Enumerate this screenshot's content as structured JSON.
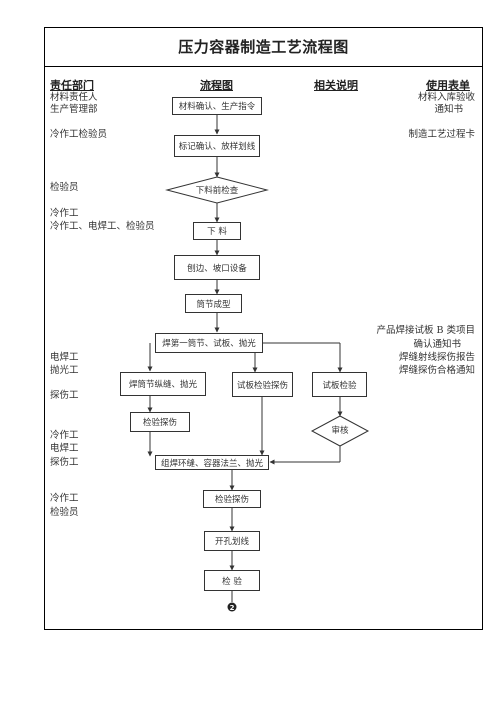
{
  "title": "压力容器制造工艺流程图",
  "headers": {
    "dept": "责任部门",
    "flow": "流程图",
    "desc": "相关说明",
    "forms": "使用表单"
  },
  "departments": [
    "材料责任人",
    "生产管理部",
    "冷作工检验员",
    "检验员",
    "冷作工",
    "冷作工、电焊工、检验员",
    "电焊工",
    "抛光工",
    "探伤工",
    "冷作工",
    "电焊工",
    "探伤工",
    "冷作工",
    "检验员"
  ],
  "forms": [
    "材料入库验收",
    "通知书",
    "制造工艺过程卡",
    "产品焊接试板 B 类项目",
    "确认通知书",
    "焊缝射线探伤报告",
    "焊缝探伤合格通知"
  ],
  "steps": {
    "s1": "材料确认、生产指令",
    "s2": "标记确认、放样划线",
    "s3": "下料前检查",
    "s4": "下   料",
    "s5": "刨边、坡口设备",
    "s6": "筒节成型",
    "s7": "焊第一筒节、试板、抛光",
    "s8": "焊筒节纵缝、抛光",
    "s9": "试板检验探伤",
    "s10": "试板检验",
    "s11": "检验探伤",
    "s12": "审核",
    "s13": "组焊环缝、容器法兰、抛光",
    "s14": "检验探伤",
    "s15": "开孔划线",
    "s16": "检   验",
    "connector": "❷"
  }
}
